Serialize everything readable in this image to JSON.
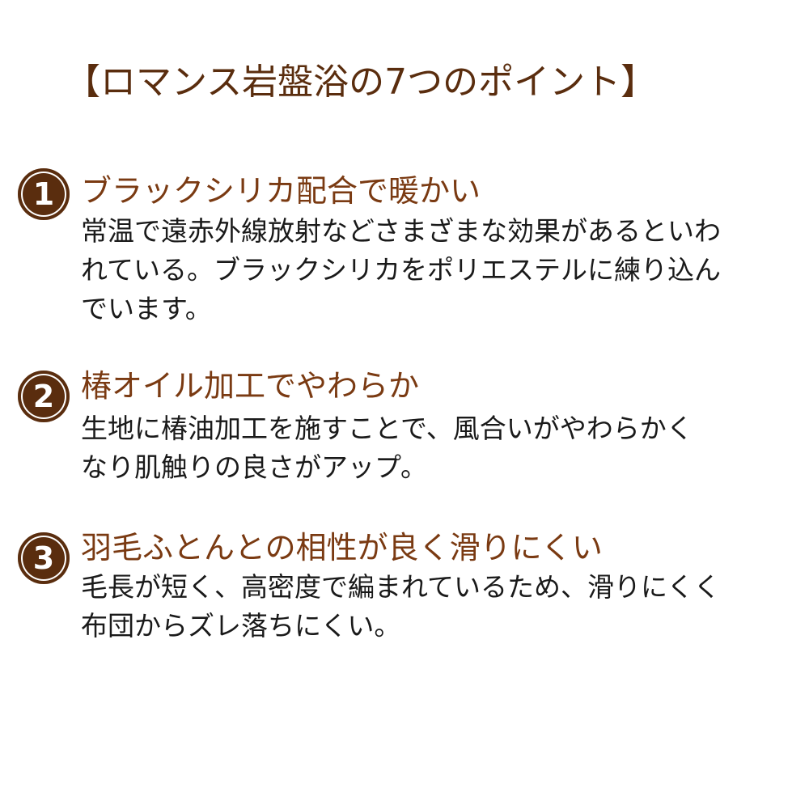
{
  "title": "【ロマンス岩盤浴の7つのポイント】",
  "points": [
    {
      "number": "1",
      "heading": "ブラックシリカ配合で暖かい",
      "lines": [
        "常温で遠赤外線放射などさまざまな効果があるといわ",
        "れている。ブラックシリカをポリエステルに練り込ん",
        "でいます。"
      ]
    },
    {
      "number": "2",
      "heading": "椿オイル加工でやわらか",
      "lines": [
        "生地に椿油加工を施すことで、風合いがやわらかく",
        "なり肌触りの良さがアップ。"
      ]
    },
    {
      "number": "3",
      "heading": "羽毛ふとんとの相性が良く滑りにくい",
      "lines": [
        "毛長が短く、高密度で編まれているため、滑りにくく",
        "布団からズレ落ちにくい。"
      ]
    }
  ]
}
